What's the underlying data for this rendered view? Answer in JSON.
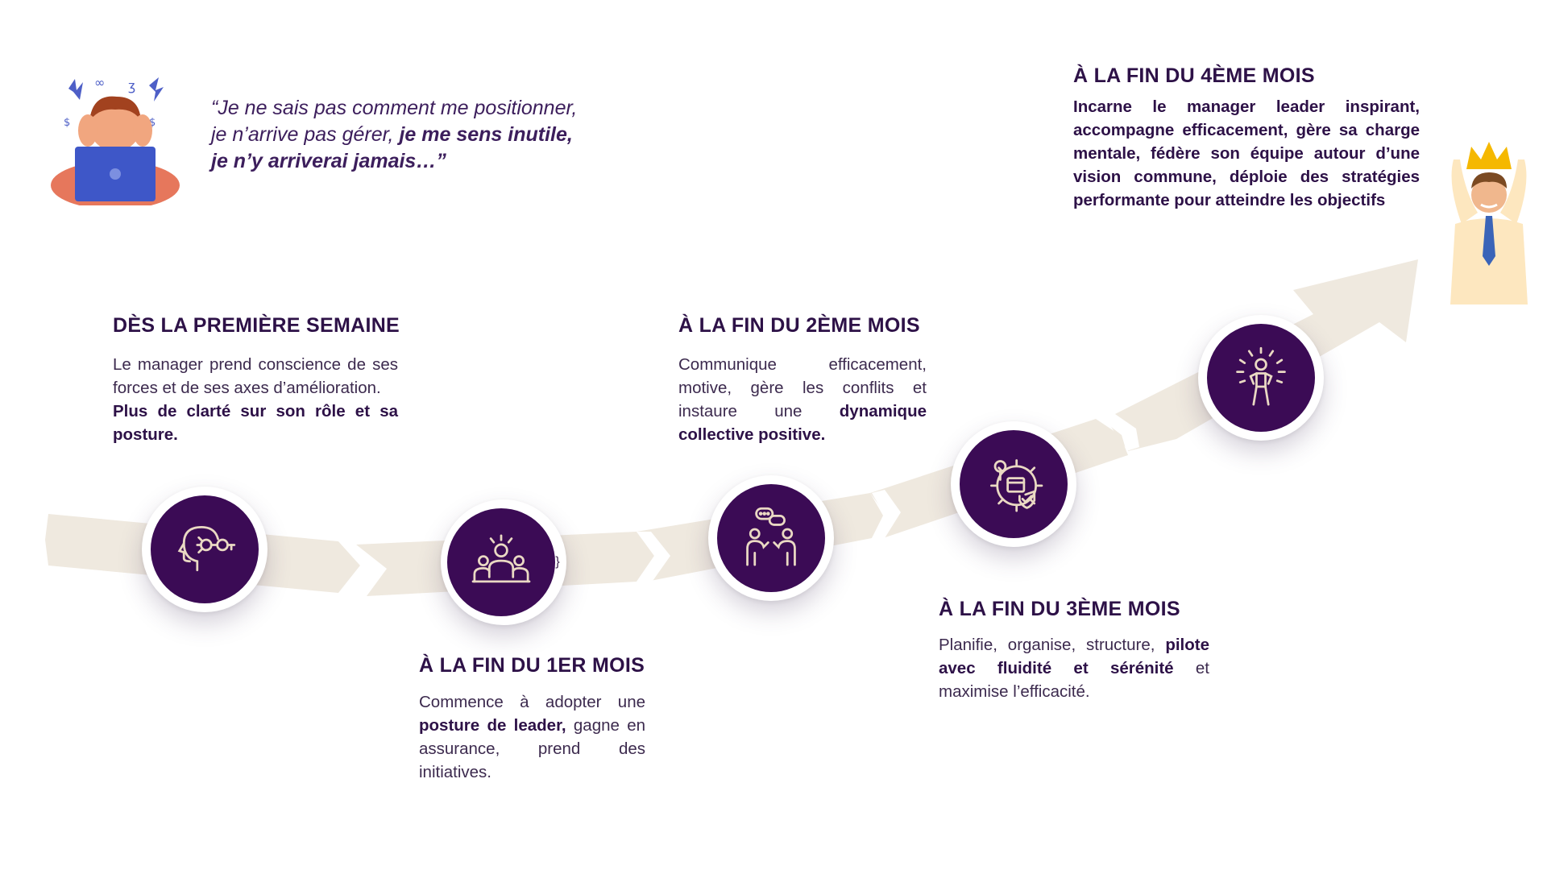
{
  "quote": {
    "normal": "“Je ne sais pas comment me positionner, je n’arrive pas  gérer, ",
    "bold": "je me sens inutile, je n’y arriverai jamais…”"
  },
  "steps": [
    {
      "title": "DÈS LA PREMIÈRE SEMAINE",
      "text": "Le manager prend conscience de ses forces et de ses axes d’amélioration.",
      "bold": "Plus de clarté sur son rôle et sa posture.",
      "icon": "head-key-icon"
    },
    {
      "title": "À LA FIN DU 1ER MOIS",
      "text_before": "Commence à adopter une ",
      "bold": "posture de leader,",
      "text_after": " gagne en assurance, prend des initiatives.",
      "icon": "team-leader-icon"
    },
    {
      "title": "À LA FIN DU 2ÈME MOIS",
      "text_before": "Communique efficacement, motive, gère les conflits et instaure une ",
      "bold": "dynamique collective positive.",
      "icon": "conversation-icon"
    },
    {
      "title": "À LA FIN DU 3ÈME MOIS",
      "text_before": "Planifie, organise,  structure, ",
      "bold": "pilote avec fluidité et sérénité",
      "text_after": " et maximise l’efficacité.",
      "icon": "gear-organize-icon"
    },
    {
      "title": "À LA FIN DU 4ÈME MOIS",
      "bold": "Incarne le manager leader inspirant, accompagne efficacement, gère sa charge mentale, fédère son équipe autour d’une vision commune, déploie des stratégies performante pour atteindre les objectifs",
      "icon": "shining-person-icon"
    }
  ],
  "colors": {
    "primary": "#3b0b55",
    "path": "#efe9df",
    "icon_line": "#ead9c3",
    "crown": "#f5b800"
  }
}
